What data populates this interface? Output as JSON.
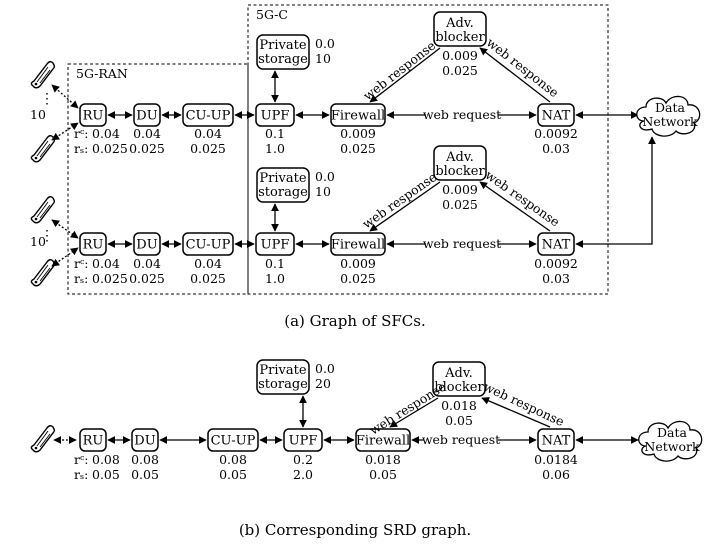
{
  "captions": {
    "a": "(a) Graph of SFCs.",
    "b": "(b) Corresponding SRD graph."
  },
  "regions": {
    "ran": "5G-RAN",
    "core": "5G-C"
  },
  "edge_labels": {
    "request": "web request",
    "response": "web response"
  },
  "ue_count": "10",
  "rate_prefix": {
    "rc": "rᶜ:",
    "rs": "rₛ:"
  },
  "nodes": {
    "ru": "RU",
    "du": "DU",
    "cuup": "CU-UP",
    "upf": "UPF",
    "fw": "Firewall",
    "nat": "NAT",
    "adv1": "Adv.",
    "adv2": "blocker",
    "ps1": "Private",
    "ps2": "storage",
    "dn1": "Data",
    "dn2": "Network"
  },
  "values_a": {
    "ru": [
      "0.04",
      "0.025"
    ],
    "du": [
      "0.04",
      "0.025"
    ],
    "cuup": [
      "0.04",
      "0.025"
    ],
    "upf": [
      "0.1",
      "1.0"
    ],
    "fw": [
      "0.009",
      "0.025"
    ],
    "nat": [
      "0.0092",
      "0.03"
    ],
    "adv": [
      "0.009",
      "0.025"
    ],
    "ps": [
      "0.0",
      "10"
    ]
  },
  "values_b": {
    "ru": [
      "0.08",
      "0.05"
    ],
    "du": [
      "0.08",
      "0.05"
    ],
    "cuup": [
      "0.08",
      "0.05"
    ],
    "upf": [
      "0.2",
      "2.0"
    ],
    "fw": [
      "0.018",
      "0.05"
    ],
    "nat": [
      "0.0184",
      "0.06"
    ],
    "adv": [
      "0.018",
      "0.05"
    ],
    "ps": [
      "0.0",
      "20"
    ]
  },
  "icons": {
    "ue": "phone-icon",
    "cloud": "cloud-icon"
  }
}
